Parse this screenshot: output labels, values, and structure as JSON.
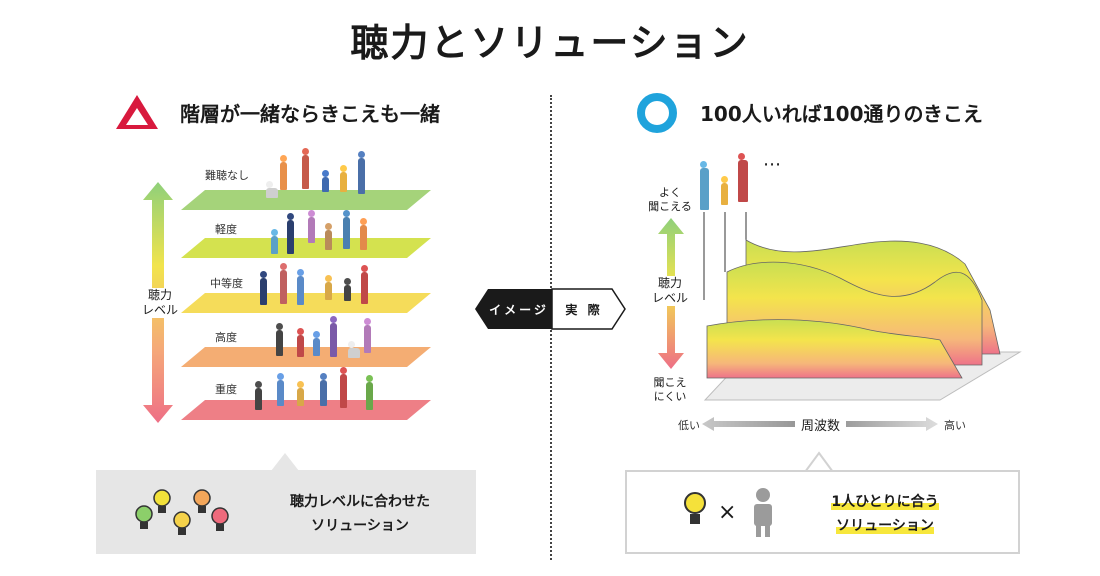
{
  "title": "聴力とソリューション",
  "left": {
    "heading": "階層が一緒ならきこえも一緒",
    "axis_label_1": "聴力",
    "axis_label_2": "レベル",
    "layers": [
      {
        "label": "難聴なし",
        "color": "#a5d37a"
      },
      {
        "label": "軽度",
        "color": "#d4e24f"
      },
      {
        "label": "中等度",
        "color": "#f5dc5a"
      },
      {
        "label": "高度",
        "color": "#f4ad73"
      },
      {
        "label": "重度",
        "color": "#ee7f86"
      }
    ],
    "callout_line1": "聴力レベルに合わせた",
    "callout_line2": "ソリューション"
  },
  "center": {
    "left_label": "イメージ",
    "right_label": "実 際"
  },
  "right": {
    "heading": "100人いれば100通りのきこえ",
    "top_label_1": "よく",
    "top_label_2": "聞こえる",
    "axis_label_1": "聴力",
    "axis_label_2": "レベル",
    "bottom_label_1": "聞こえ",
    "bottom_label_2": "にくい",
    "freq_label": "周波数",
    "freq_low": "低い",
    "freq_high": "高い",
    "callout_line1": "1人ひとりに合う",
    "callout_line2": "ソリューション",
    "times": "×"
  },
  "colors": {
    "triangle": "#d8193d",
    "circle": "#1fa3dc",
    "green": "#7fc97a",
    "yellow": "#f5e44c",
    "pink": "#ee6f86"
  }
}
